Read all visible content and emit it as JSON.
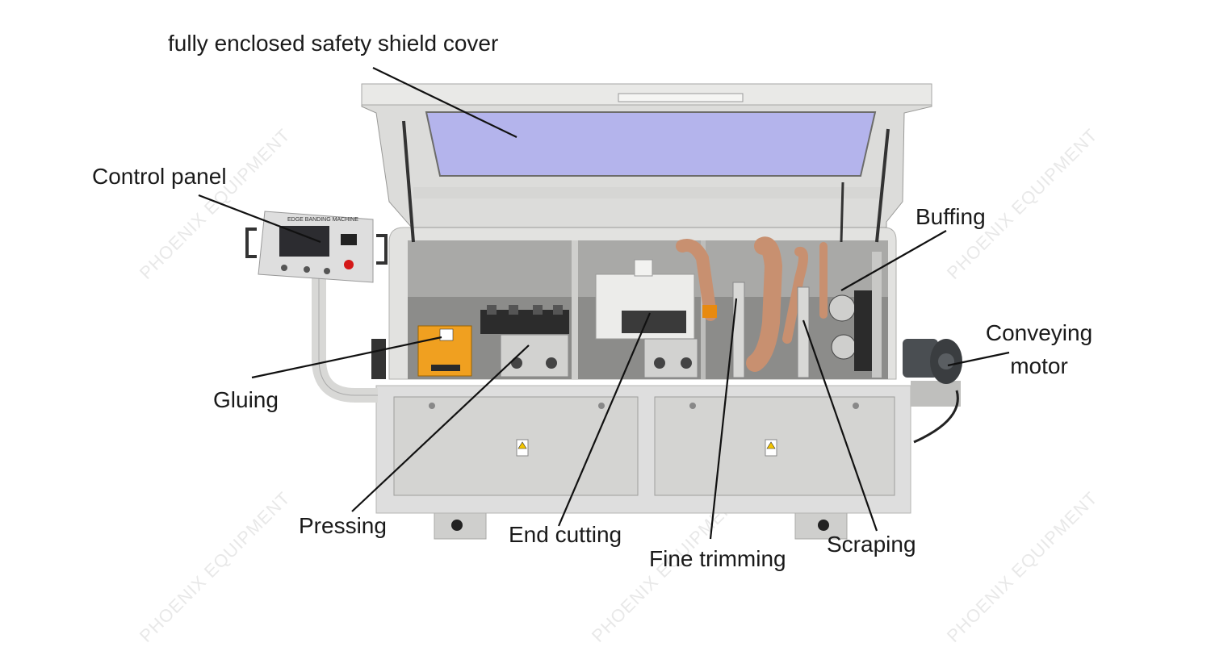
{
  "watermark": "PHOENIX EQUIPMENT",
  "panel": {
    "title": "EDGE BANDING MACHINE"
  },
  "labels": {
    "shield": "fully enclosed safety shield cover",
    "control": "Control panel",
    "buffing": "Buffing",
    "conveying_line1": "Conveying",
    "conveying_line2": "motor",
    "gluing": "Gluing",
    "pressing": "Pressing",
    "end_cutting": "End cutting",
    "fine_trimming": "Fine trimming",
    "scraping": "Scraping"
  },
  "colors": {
    "machine_body": "#dcdcda",
    "window_glass": "#b4b4ec",
    "glue_unit": "#f0a020",
    "copper_hose": "#c89070",
    "leader_line": "#111111"
  }
}
